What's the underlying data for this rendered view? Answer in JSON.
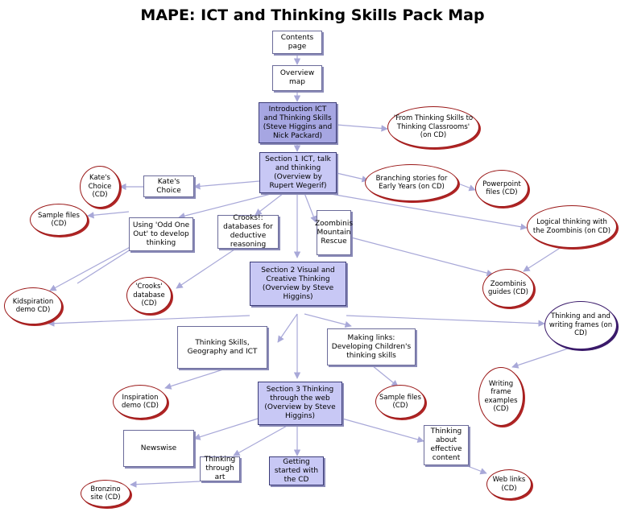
{
  "title": "MAPE: ICT and Thinking Skills Pack Map",
  "colors": {
    "arrow": "#a8a8d8",
    "section_fill": "#c8c8f5",
    "oval_border": "#9a1818"
  },
  "nodes": {
    "contents": "Contents page",
    "overview": "Overview map",
    "intro": "Introduction ICT and Thinking Skills (Steve Higgins and Nick Packard)",
    "from_thinking": "'From Thinking Skills to Thinking Classrooms' (on CD)",
    "section1": "Section 1 ICT, talk and thinking (Overview by Rupert Wegerif)",
    "kates_choice": "Kate's Choice",
    "kates_choice_cd": "Kate's Choice (CD)",
    "branching": "Branching stories for Early Years (on CD)",
    "powerpoint": "Powerpoint files (CD)",
    "odd_one_out": "Using 'Odd One Out' to develop thinking",
    "crooks": "Crooks!: databases for deductive reasoning",
    "zoombinis": "Zoombinis Mountain Rescue",
    "logical": "Logical thinking with the Zoombinis (on CD)",
    "sample_files_1": "Sample files (CD)",
    "kidspiration": "Kidspiration demo CD)",
    "crooks_db": "'Crooks' database (CD)",
    "section2": "Section 2 Visual and Creative Thinking (Overview by Steve Higgins)",
    "zoombinis_guides": "Zoombinis guides (CD)",
    "thinking_writing": "Thinking and and writing frames (on CD)",
    "geography": "Thinking Skills, Geography and ICT",
    "making_links": "Making links: Developing Children's thinking skills",
    "writing_frame": "Writing frame examples (CD)",
    "inspiration": "Inspiration demo (CD)",
    "sample_files_2": "Sample files (CD)",
    "section3": "Section 3 Thinking through the web (Overview by Steve Higgins)",
    "newswise": "Newswise",
    "thinking_effective": "Thinking about effective content",
    "thinking_art": "Thinking through art",
    "getting_started": "Getting started with the CD",
    "bronzino": "Bronzino site (CD)",
    "web_links": "Web links (CD)"
  }
}
